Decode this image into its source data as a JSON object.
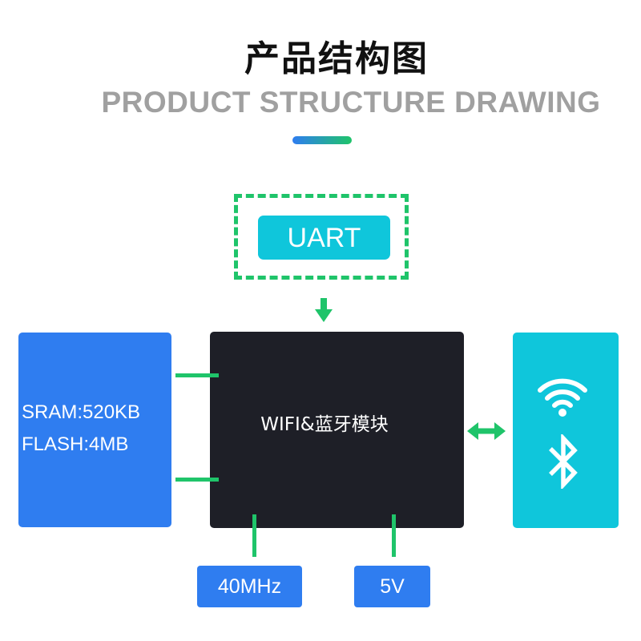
{
  "header": {
    "title_cn": "产品结构图",
    "title_en": "PRODUCT STRUCTURE DRAWING"
  },
  "diagram": {
    "uart": {
      "label": "UART"
    },
    "memory": {
      "line1": "SRAM:520KB",
      "line2": "FLASH:4MB"
    },
    "chip": {
      "label": "WIFI&蓝牙模块"
    },
    "wireless": {
      "icons": [
        "wifi-icon",
        "bluetooth-icon"
      ]
    },
    "frequency": {
      "label": "40MHz"
    },
    "voltage": {
      "label": "5V"
    }
  },
  "colors": {
    "title": "#111111",
    "subtitle": "#a0a0a0",
    "accent_blue": "#2f7df0",
    "accent_green": "#1fc46a",
    "cyan": "#0fc6db",
    "chip_dark": "#1e1f27",
    "white": "#ffffff"
  }
}
